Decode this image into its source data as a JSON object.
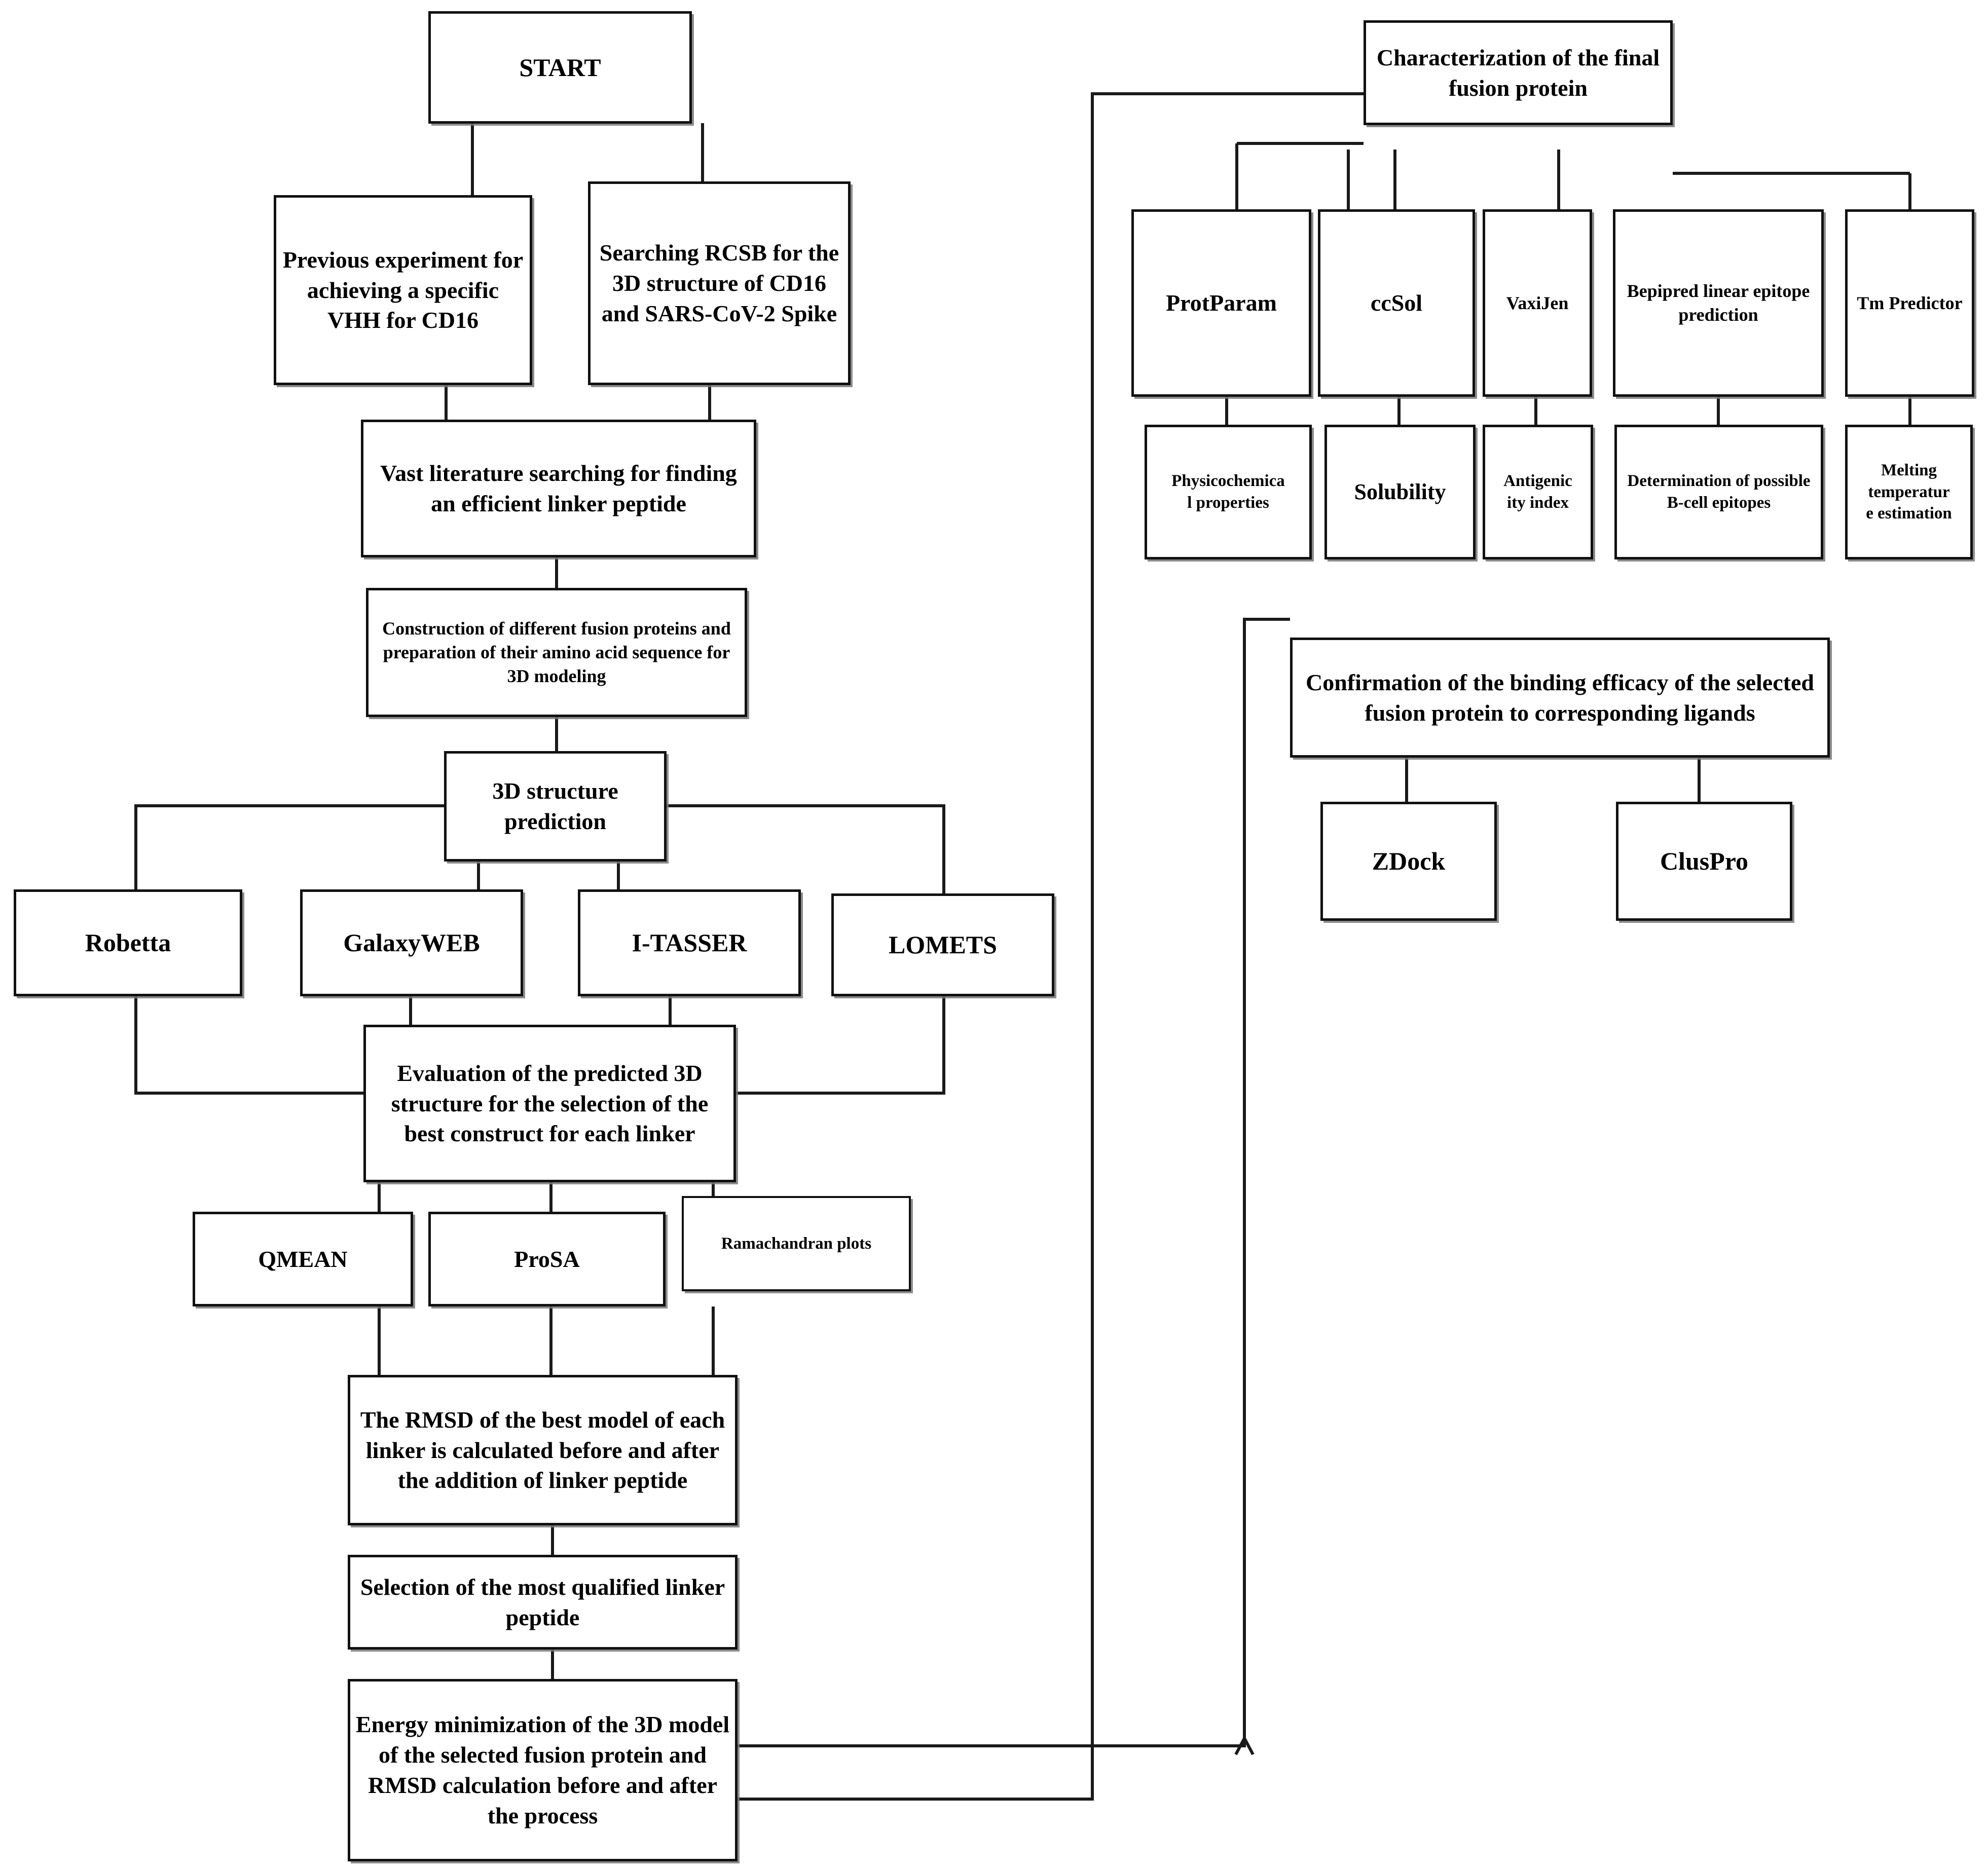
{
  "diagram": {
    "title": "Fusion protein design and in-silico characterization workflow",
    "type": "flowchart",
    "colors": {
      "box_border": "#111111",
      "box_fill": "#ffffff",
      "connector": "#1a1a1a",
      "text": "#000000"
    }
  },
  "nodes": {
    "start": "START",
    "previous_experiment": "Previous experiment for achieving a specific VHH for CD16",
    "searching_rcsb": "Searching RCSB for the 3D structure of CD16 and SARS-CoV-2 Spike",
    "literature_search": "Vast literature searching for finding an efficient linker peptide",
    "construction": "Construction of different fusion proteins and preparation of their amino acid sequence for 3D modeling",
    "structure_prediction": "3D structure prediction",
    "robetta": "Robetta",
    "galaxyweb": "GalaxyWEB",
    "itasser": "I-TASSER",
    "lomets": "LOMETS",
    "evaluation": "Evaluation of the predicted 3D structure for the selection of the best construct for each linker",
    "qmean": "QMEAN",
    "prosa": "ProSA",
    "ramachandran": "Ramachandran plots",
    "rmsd": "The RMSD of the best model of each linker is calculated before and after the addition of linker peptide",
    "selection": "Selection of the most qualified linker peptide",
    "energy_minimization": "Energy minimization of the 3D model of the selected fusion protein and RMSD calculation before and after the process",
    "characterization": "Characterization of the final fusion protein",
    "protparam": "ProtParam",
    "ccsol": "ccSol",
    "vaxijen": "VaxiJen",
    "bepipred": "Bepipred linear epitope prediction",
    "tm_predictor": "Tm Predictor",
    "physicochemical": "Physicochemica\nl properties",
    "solubility": "Solubility",
    "antigenicity": "Antigenic\nity index",
    "bcell_epitopes": "Determination of possible B-cell epitopes",
    "melting_temp": "Melting\ntemperatur\ne estimation",
    "binding_confirmation": "Confirmation of the binding efficacy of the selected fusion protein to corresponding ligands",
    "zdock": "ZDock",
    "cluspro": "ClusPro"
  }
}
